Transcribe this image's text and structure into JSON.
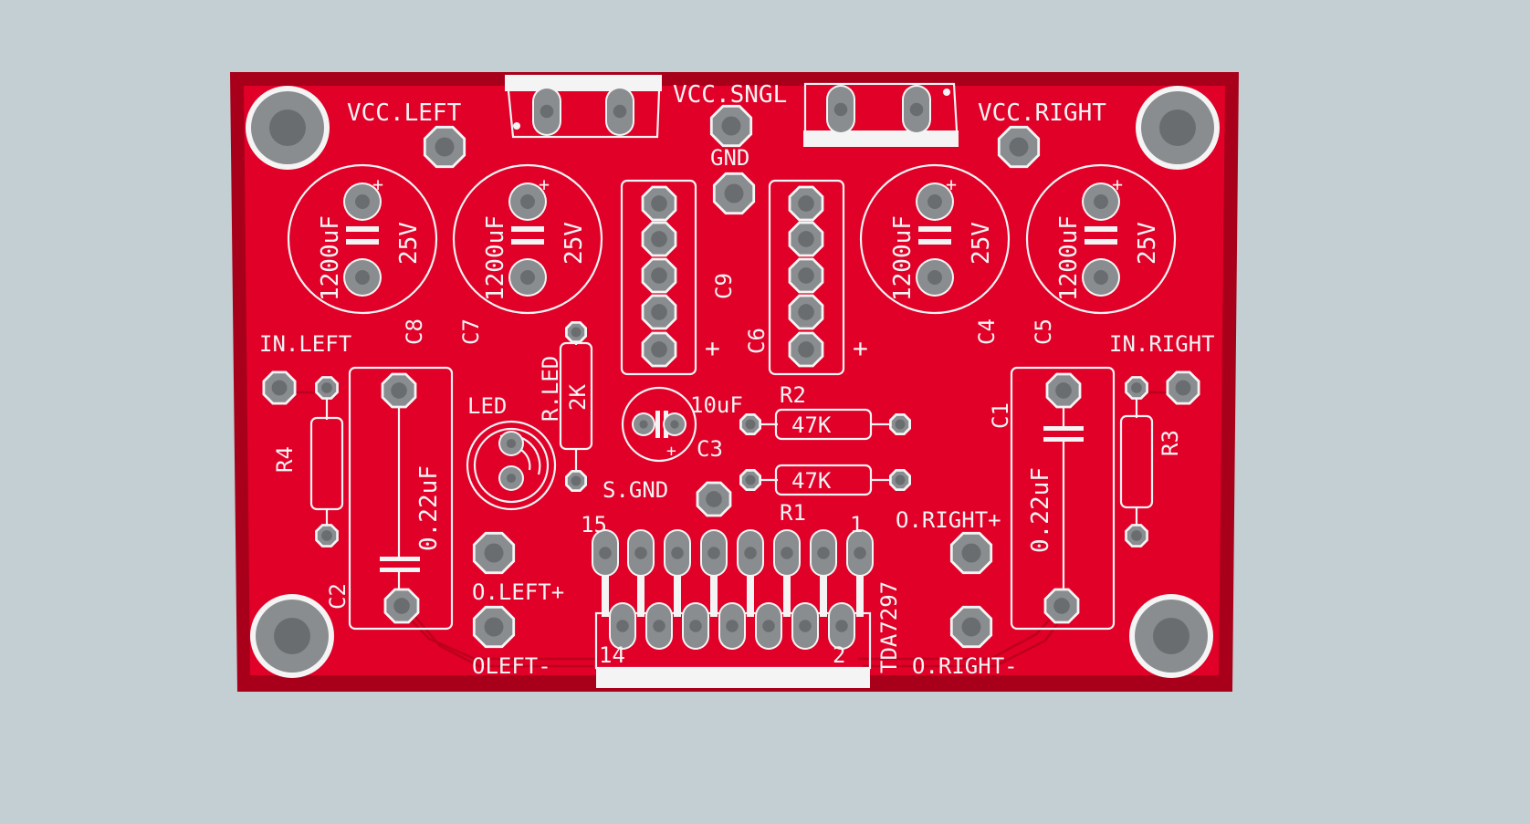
{
  "colors": {
    "background": "#c3cfd2",
    "board": "#e00028",
    "board_edge": "#a8001a",
    "silkscreen": "#f4f4f4",
    "pad": "#8a8d8f",
    "hole": "#6a6d6f",
    "trace": "#b8001c"
  },
  "labels": {
    "vcc_left": "VCC.LEFT",
    "vcc_sngl": "VCC.SNGL",
    "vcc_right": "VCC.RIGHT",
    "gnd": "GND",
    "in_left": "IN.LEFT",
    "in_right": "IN.RIGHT",
    "s_gnd": "S.GND",
    "o_left_plus": "O.LEFT+",
    "o_left_minus": "OLEFT-",
    "o_right_plus": "O.RIGHT+",
    "o_right_minus": "O.RIGHT-",
    "led": "LED",
    "r_led": "R.LED",
    "ic": "TDA7297",
    "pin_15": "15",
    "pin_14": "14",
    "pin_1": "1",
    "pin_2": "2"
  },
  "capacitors": {
    "c8": {
      "ref": "C8",
      "value": "1200uF",
      "voltage": "25V"
    },
    "c7": {
      "ref": "C7",
      "value": "1200uF",
      "voltage": "25V"
    },
    "c4": {
      "ref": "C4",
      "value": "1200uF",
      "voltage": "25V"
    },
    "c5": {
      "ref": "C5",
      "value": "1200uF",
      "voltage": "25V"
    },
    "c9": {
      "ref": "C9"
    },
    "c6": {
      "ref": "C6"
    },
    "c3": {
      "ref": "C3",
      "value": "10uF"
    },
    "c2": {
      "ref": "C2",
      "value": "0.22uF"
    },
    "c1": {
      "ref": "C1",
      "value": "0.22uF"
    }
  },
  "resistors": {
    "r4": {
      "ref": "R4"
    },
    "r3": {
      "ref": "R3"
    },
    "r_led": {
      "value": "2K"
    },
    "r2": {
      "ref": "R2",
      "value": "47K"
    },
    "r1": {
      "ref": "R1",
      "value": "47K"
    }
  },
  "polarity": {
    "plus": "+"
  }
}
